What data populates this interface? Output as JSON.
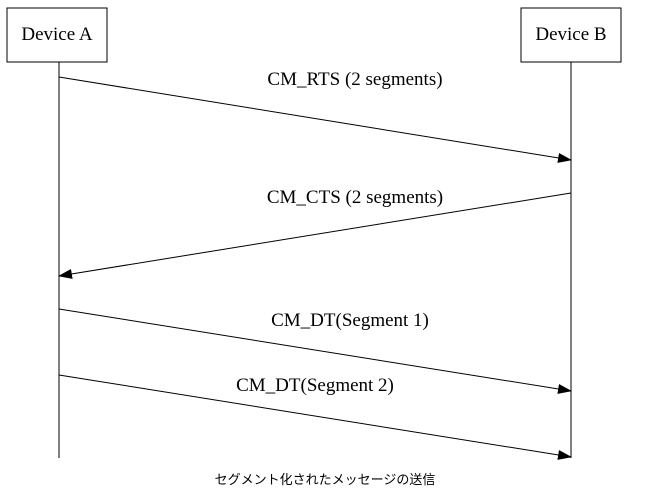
{
  "participants": [
    {
      "id": "a",
      "name": "Device A"
    },
    {
      "id": "b",
      "name": "Device B"
    }
  ],
  "messages": [
    {
      "id": "rts",
      "from": "a",
      "to": "b",
      "label": "CM_RTS (2 segments)"
    },
    {
      "id": "cts",
      "from": "b",
      "to": "a",
      "label": "CM_CTS (2 segments)"
    },
    {
      "id": "dt1",
      "from": "a",
      "to": "b",
      "label": "CM_DT(Segment 1)"
    },
    {
      "id": "dt2",
      "from": "a",
      "to": "b",
      "label": "CM_DT(Segment 2)"
    }
  ],
  "caption": "セグメント化されたメッセージの送信"
}
